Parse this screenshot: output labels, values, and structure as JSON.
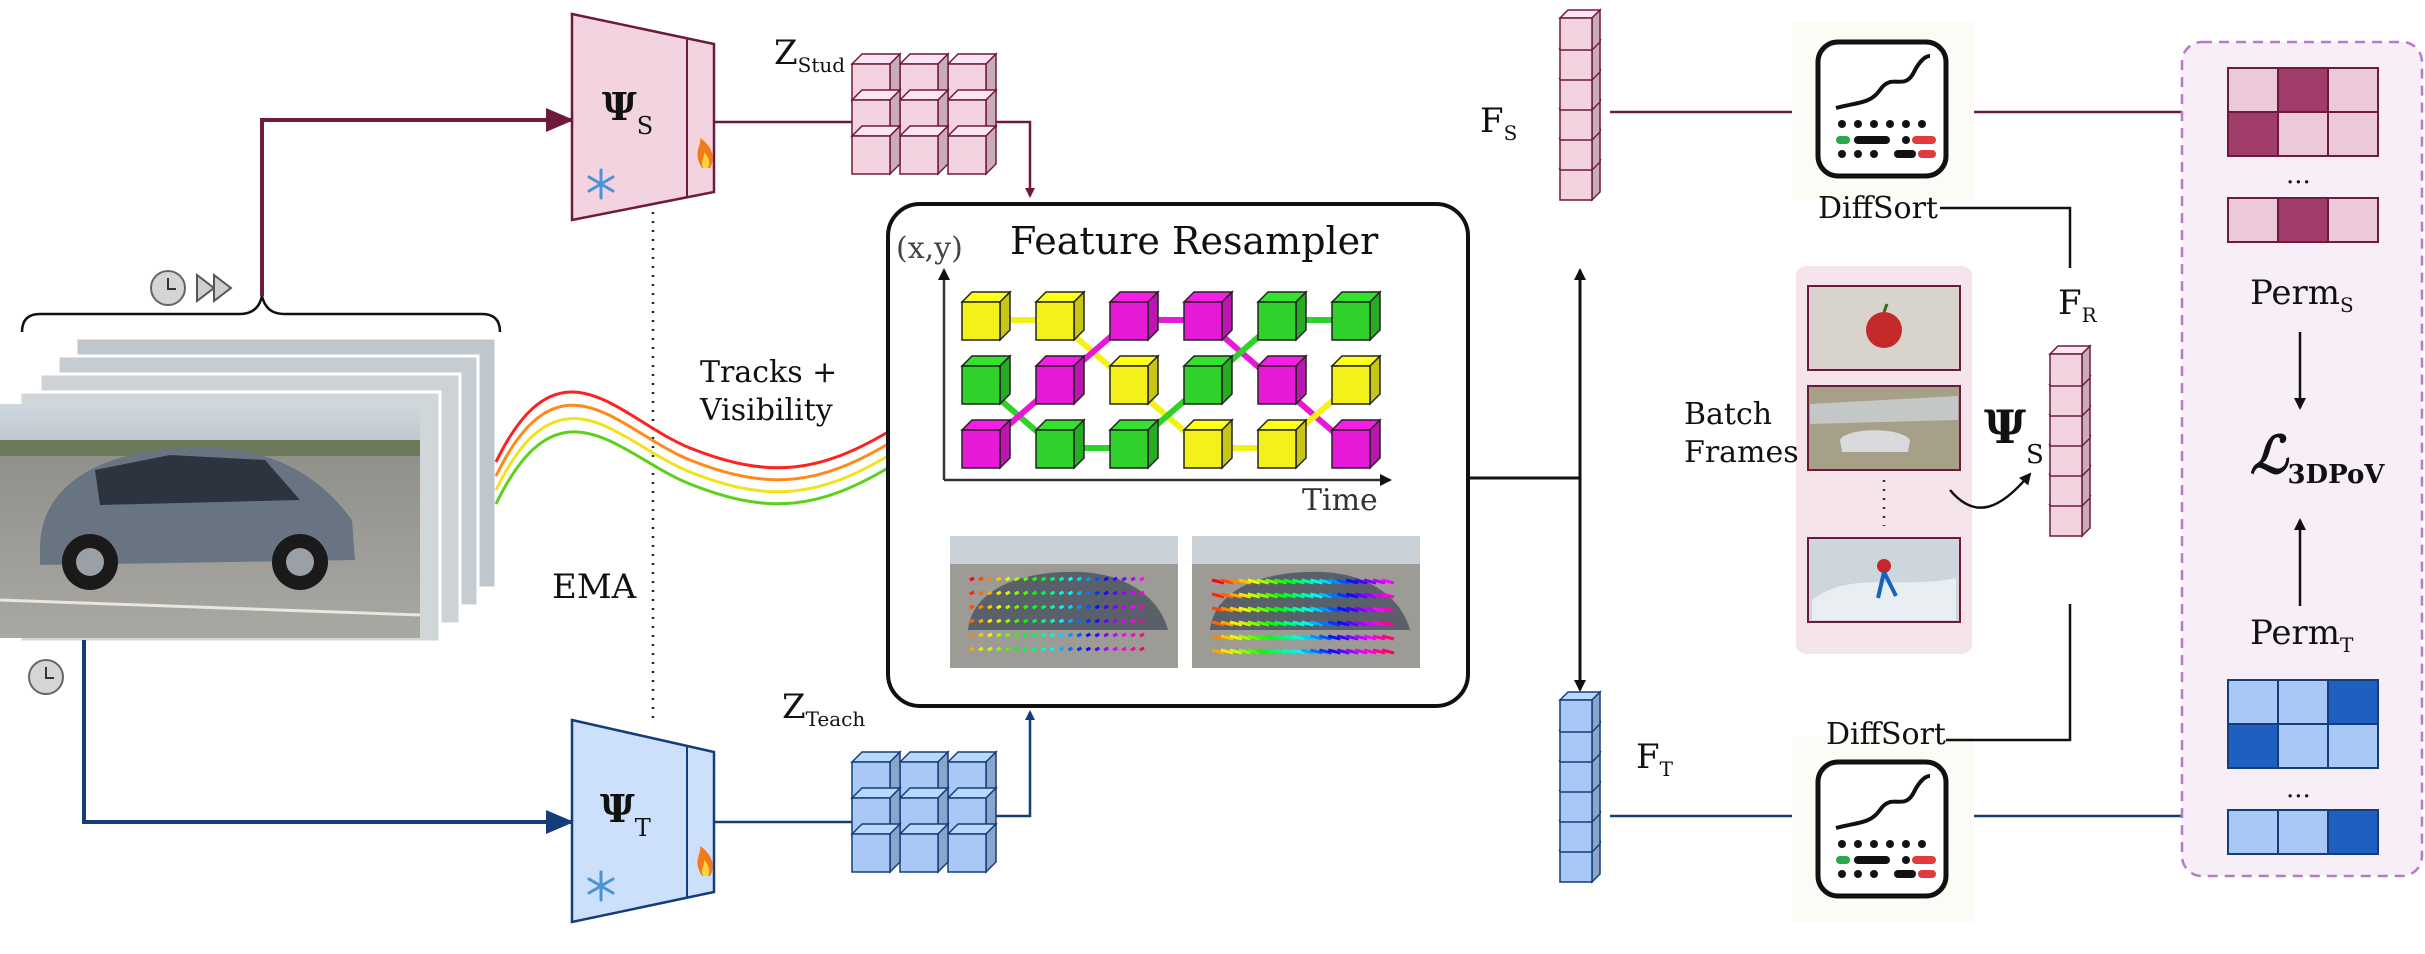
{
  "feature_resampler": {
    "title": "Feature Resampler",
    "y_axis_label": "(x,y)",
    "x_axis_label": "Time",
    "cube_grid": [
      [
        "yellow",
        "yellow",
        "magenta",
        "magenta",
        "green",
        "green"
      ],
      [
        "green",
        "magenta",
        "yellow",
        "green",
        "magenta",
        "yellow"
      ],
      [
        "magenta",
        "green",
        "green",
        "yellow",
        "yellow",
        "magenta"
      ]
    ]
  },
  "student": {
    "psi_symbol": "Ψ",
    "psi_subscript": "S",
    "z_symbol": "Z",
    "z_subscript": "Stud",
    "f_symbol": "F",
    "f_subscript": "S",
    "perm_label": "Perm",
    "perm_subscript": "S",
    "color": "#6e1a3c",
    "cube_fill": "#f4d3e1"
  },
  "teacher": {
    "psi_symbol": "Ψ",
    "psi_subscript": "T",
    "z_symbol": "Z",
    "z_subscript": "Teach",
    "f_symbol": "F",
    "f_subscript": "T",
    "perm_label": "Perm",
    "perm_subscript": "T",
    "color": "#143d7a",
    "cube_fill": "#a9c8f5"
  },
  "labels": {
    "tracks": "Tracks +",
    "visibility": "Visibility",
    "ema": "EMA",
    "diffsort_top": "DiffSort",
    "diffsort_bottom": "DiffSort",
    "batch_line1": "Batch",
    "batch_line2": "Frames",
    "psi_batch_symbol": "Ψ",
    "psi_batch_subscript": "S",
    "fr_symbol": "F",
    "fr_subscript": "R",
    "loss_symbol": "ℒ",
    "loss_subscript": "3DPoV",
    "ellipsis_top": "...",
    "ellipsis_bottom": "..."
  },
  "permutation_grids": {
    "student_main": [
      [
        1,
        2,
        1
      ],
      [
        2,
        1,
        1
      ]
    ],
    "student_row": [
      1,
      2,
      1
    ],
    "teacher_main": [
      [
        1,
        1,
        2
      ],
      [
        2,
        1,
        1
      ]
    ],
    "teacher_row": [
      1,
      1,
      2
    ]
  },
  "icons": [
    "snowflake-icon",
    "fire-icon",
    "clock-icon",
    "fast-forward-icon",
    "sort-chart-icon"
  ]
}
